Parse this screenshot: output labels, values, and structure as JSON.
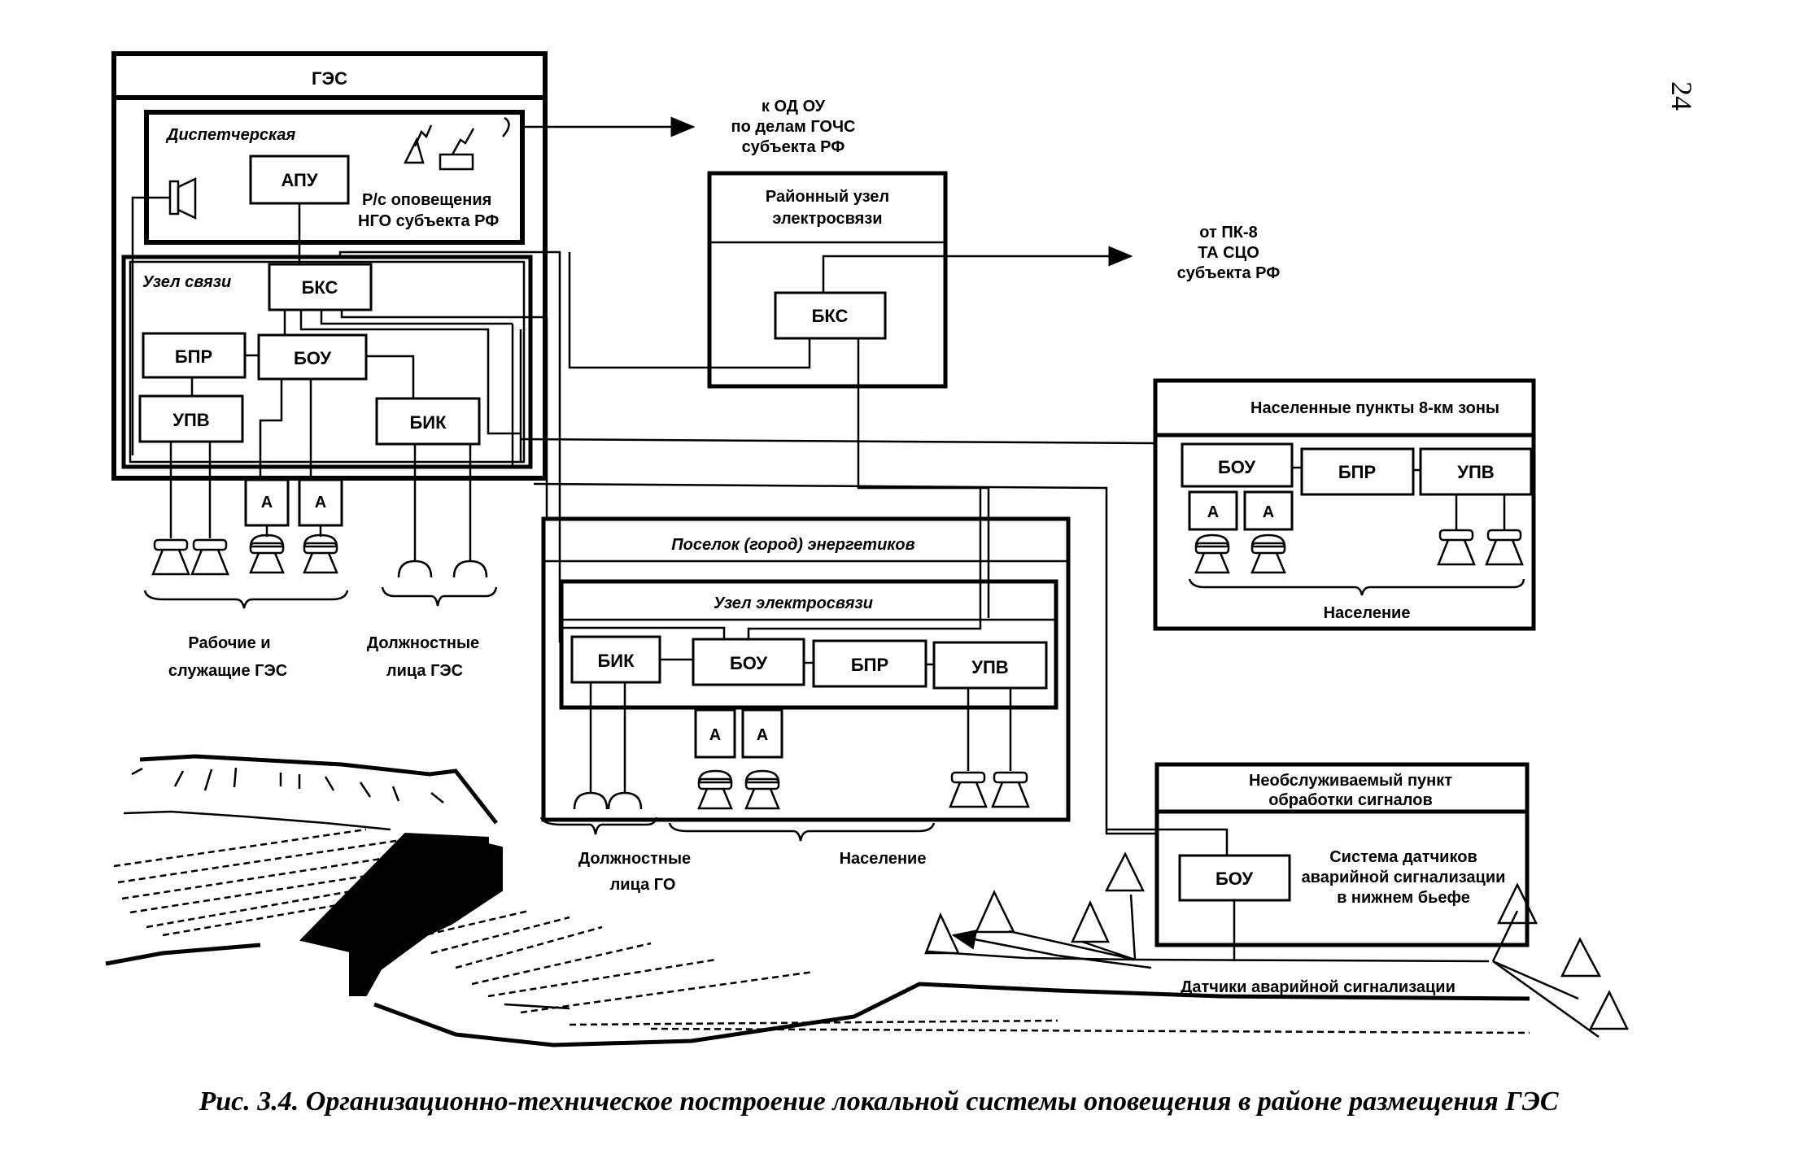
{
  "page_number": "24",
  "caption": "Рис. 3.4. Организационно-техническое построение локальной системы оповещения в районе размещения ГЭС",
  "ges": {
    "title": "ГЭС",
    "dispatch": {
      "label": "Диспетчерская",
      "apu": "АПУ",
      "radio_line1": "Р/с оповещения",
      "radio_line2": "НГО субъекта РФ",
      "icons": [
        "loudspeaker-icon",
        "radio-antenna-icon",
        "radio-receiver-icon"
      ]
    },
    "comm_node": {
      "label": "Узел связи",
      "bks": "БКС",
      "bpr": "БПР",
      "bou": "БОУ",
      "upv": "УПВ",
      "bik": "БИК"
    },
    "amplifier_label": "А",
    "group_workers_line1": "Рабочие и",
    "group_workers_line2": "служащие ГЭС",
    "group_officials_line1": "Должностные",
    "group_officials_line2": "лица  ГЭС"
  },
  "to_od_ou": {
    "line1": "к ОД ОУ",
    "line2": "по делам ГОЧС",
    "line3": "субъекта РФ"
  },
  "district_node": {
    "title_line1": "Районный узел",
    "title_line2": "электросвязи",
    "bks": "БКС"
  },
  "from_pk8": {
    "line1": "от ПК-8",
    "line2": "ТА СЦО",
    "line3": "субъекта РФ"
  },
  "settlements": {
    "title": "Населенные пункты 8-км зоны",
    "bou": "БОУ",
    "bpr": "БПР",
    "upv": "УПВ",
    "amplifier_label": "А",
    "group_label": "Население"
  },
  "town": {
    "title": "Поселок (город) энергетиков",
    "node_title": "Узел электросвязи",
    "bik": "БИК",
    "bou": "БОУ",
    "bpr": "БПР",
    "upv": "УПВ",
    "amplifier_label": "А",
    "group_officials_line1": "Должностные",
    "group_officials_line2": "лица  ГО",
    "group_population": "Население"
  },
  "unattended": {
    "title_line1": "Необслуживаемый пункт",
    "title_line2": "обработки сигналов",
    "bou": "БОУ",
    "sensors_line1": "Система датчиков",
    "sensors_line2": "аварийной сигнализации",
    "sensors_line3": "в нижнем бьефе"
  },
  "sensors_label": "Датчики аварийной сигнализации"
}
